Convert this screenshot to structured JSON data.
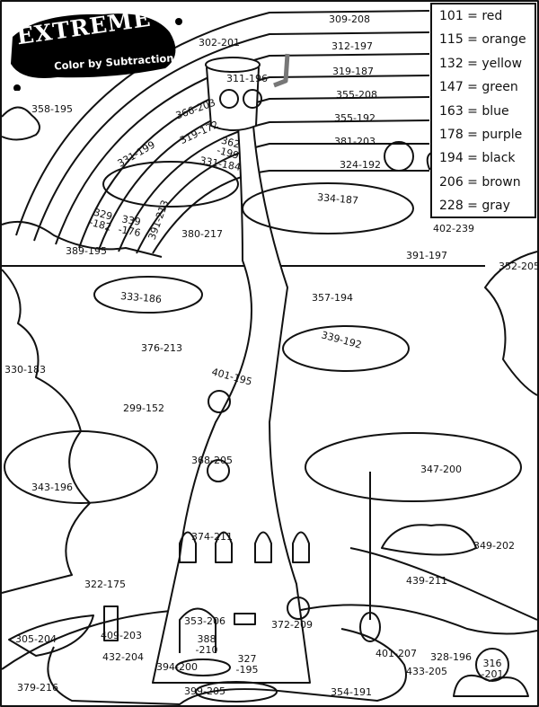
{
  "title": {
    "main": "EXTREME",
    "sub": "Color by Subtraction"
  },
  "legend": [
    {
      "value": "101",
      "color": "red",
      "hex": "#e53935"
    },
    {
      "value": "115",
      "color": "orange",
      "hex": "#fb8c00"
    },
    {
      "value": "132",
      "color": "yellow",
      "hex": "#fdd835"
    },
    {
      "value": "147",
      "color": "green",
      "hex": "#43a047"
    },
    {
      "value": "163",
      "color": "blue",
      "hex": "#1e88e5"
    },
    {
      "value": "178",
      "color": "purple",
      "hex": "#8e24aa"
    },
    {
      "value": "194",
      "color": "black",
      "hex": "#000000"
    },
    {
      "value": "206",
      "color": "brown",
      "hex": "#795548"
    },
    {
      "value": "228",
      "color": "gray",
      "hex": "#9e9e9e"
    }
  ],
  "legend_text": [
    "101 = red",
    "115 = orange",
    "132 = yellow",
    "147 = green",
    "163 = blue",
    "178 = purple",
    "194 = black",
    "206 = brown",
    "228 = gray"
  ],
  "problems": [
    "309-208",
    "312-197",
    "319-187",
    "355-208",
    "355-192",
    "381-203",
    "324-192",
    "302-201",
    "311-196",
    "366-203",
    "319-172",
    "362\n-199",
    "331-199",
    "331-184",
    "334-187",
    "329\n-182",
    "339\n-176",
    "391-213",
    "380-217",
    "389-195",
    "358-195",
    "402-239",
    "391-197",
    "352-205",
    "357-194",
    "333-186",
    "376-213",
    "339-192",
    "330-183",
    "401-195",
    "299-152",
    "368-205",
    "347-200",
    "343-196",
    "374-211",
    "349-202",
    "322-175",
    "439-211",
    "353-206",
    "372-209",
    "409-203",
    "401-207",
    "328-196",
    "388\n-210",
    "327\n-195",
    "316\n-201",
    "305-204",
    "432-204",
    "394-200",
    "399-205",
    "379-216",
    "354-191",
    "433-205"
  ]
}
